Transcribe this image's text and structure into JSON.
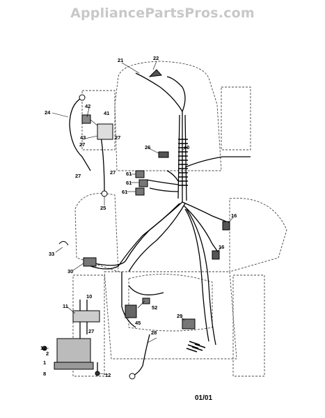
{
  "watermark": "AppliancePartsPros.com",
  "diagram_code": "01/01",
  "callouts": {
    "c21": "21",
    "c22": "22",
    "c24": "24",
    "c42": "42",
    "c41": "41",
    "c43": "43",
    "c27a": "27",
    "c27b": "27",
    "c27c": "27",
    "c27d": "27",
    "c27e": "27",
    "c26": "26",
    "c40": "40",
    "c61a": "61",
    "c61b": "61",
    "c61c": "61",
    "c25": "25",
    "c16a": "16",
    "c16b": "16",
    "c33": "33",
    "c30": "30",
    "c10": "10",
    "c11": "11",
    "c52": "52",
    "c45": "45",
    "c29": "29",
    "c28": "28",
    "c12a": "12",
    "c12b": "12",
    "c2": "2",
    "c1": "1",
    "c8": "8"
  }
}
